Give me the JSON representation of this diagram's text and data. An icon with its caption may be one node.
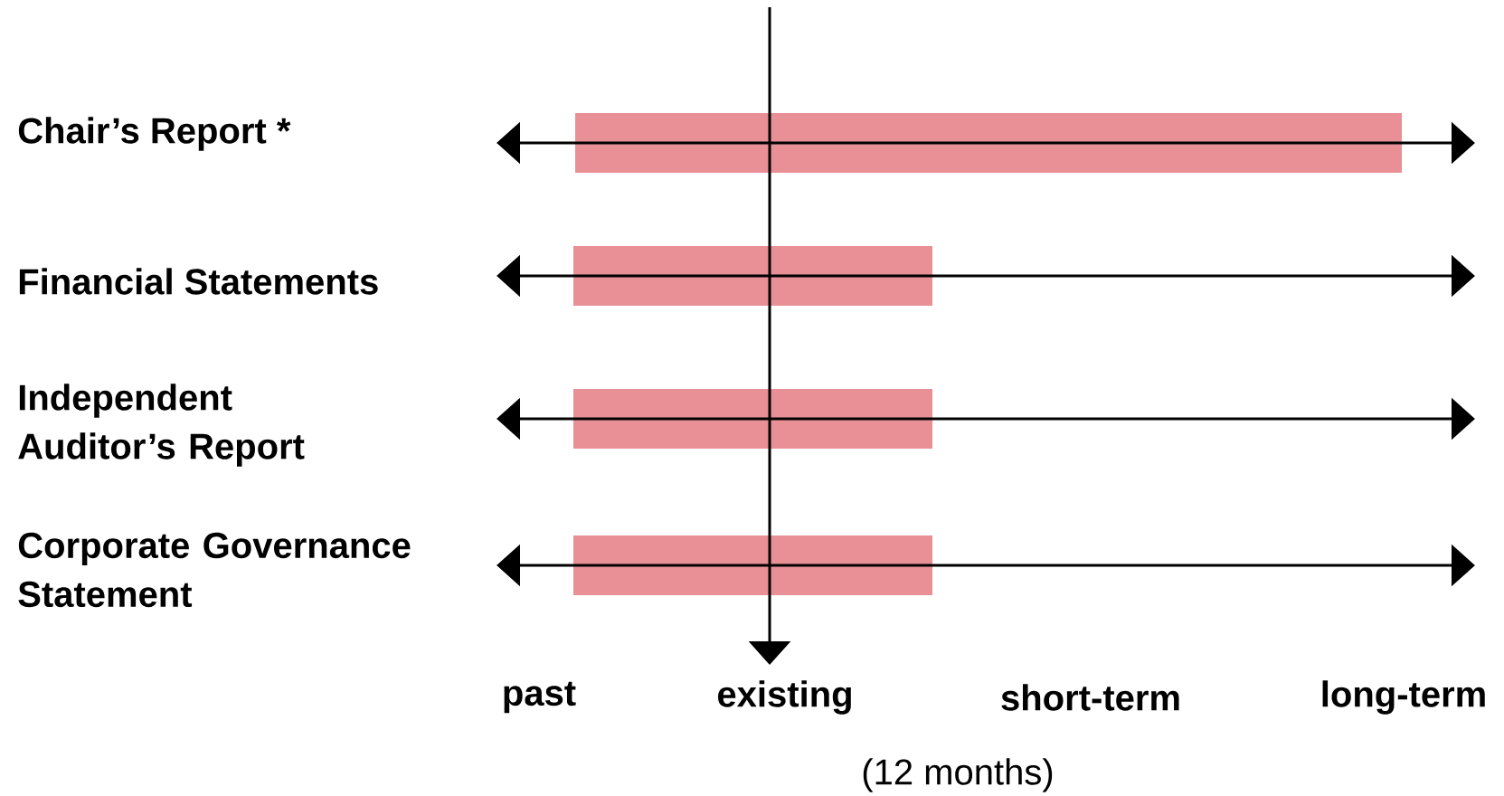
{
  "diagram": {
    "nodes": [
      {
        "text": [],
        "shape": "bar"
      },
      {
        "text": [],
        "shape": "bar"
      },
      {
        "text": [],
        "shape": "bar"
      },
      {
        "text": [],
        "shape": "bar"
      }
    ],
    "labels": [
      "Chair’s Report *",
      "Financial Statements",
      "Independent Auditor’s Report",
      "Corporate Governance Statement",
      "past",
      "existing",
      "short-term",
      "long-term",
      "(12 months)"
    ]
  }
}
